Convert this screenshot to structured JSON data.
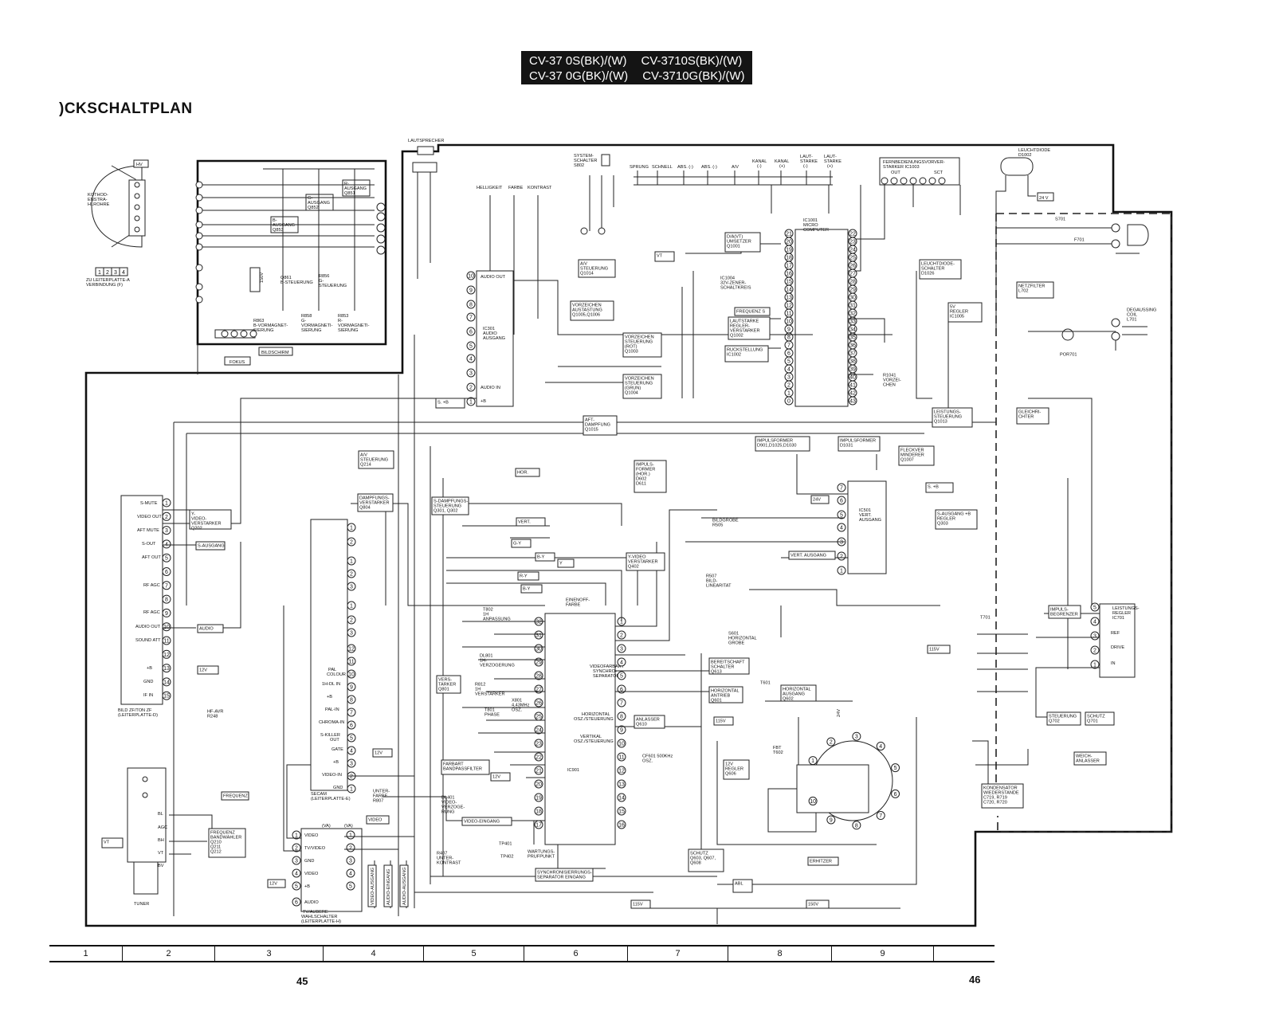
{
  "header": {
    "model_line_1a": "CV-37 0S(BK)/(W)",
    "model_line_1b": "CV-3710S(BK)/(W)",
    "model_line_2a": "CV-37 0G(BK)/(W)",
    "model_line_2b": "CV-3710G(BK)/(W)",
    "title": ")CKSCHALTPLAN"
  },
  "crt_board": {
    "kathode": "KOTHOD-\nENSTRA-\nHLROHRE",
    "hv": "HV",
    "connector_note": "ZU LEITERPLATTE-A\nVERBINDUNG (F)",
    "r_out": "R-\nAUSGANG\nQ851",
    "g_out": "G-\nAUSGANG\nQ852",
    "b_out": "B-\nAUSGANG\nQ853",
    "v150": "150V",
    "q861": "Q861\nB-STEUERUNG",
    "r856": "R856\nG-\nSTEUERUNG",
    "r863": "R863\nB-VORMAGNET-\nSIERUNG",
    "r858": "R858\nG-\nVORMAGNETI-\nSIERUNG",
    "r853": "R853\nR-\nVORMAGNETI-\nSIERUNG",
    "bildschirm": "BILDSCHIRM",
    "fokus": "FOKUS"
  },
  "top_labels": {
    "lautsprecher": "LAUTSPRECHER",
    "systemschalter": "SYSTEM-\nSCHALTER\nS802",
    "helligkeit": "HELLIGKEIT",
    "farbe": "FARBE",
    "kontrast": "KONTRAST",
    "keys": [
      "SPRUNG",
      "SCHNELL",
      "ABS. (-)",
      "ABS. (-)",
      "A/V",
      "KANAL\n(-)",
      "KANAL\n(+)",
      "LAUT-\nSTARKE\n(-)",
      "LAUT-\nSTARKE\n(+)"
    ],
    "fernbedienung": "FERNBEDIENUNGSVORVER-\nSTARKER IC1003",
    "leuchtdiode": "LEUCHTDIODE\nD1002",
    "v24": "24 V"
  },
  "blocks": {
    "ic301": "IC301\nAUDIO\nAUSGANG",
    "s_b": "S. +B",
    "av_steuer": "A/V\nSTEUERUNG\nQ1014",
    "vorz_aus": "VORZEICHEN\nAUSTASTUNG\nQ1005,Q1006",
    "vorz_rot": "VORZEICHEN\nSTEUERUNG\n(ROT)\nQ1003",
    "vorz_gruen": "VORZEICHEN\nSTEUERUNG\n(GRUN)\nQ1004",
    "aft_daempf": "AFT-\nDAMPFUNG\nQ1015",
    "da_umsetzer": "D/A(VT)\nUMSETZER\nQ1001",
    "vt": "VT",
    "ic1004": "IC1004\n32V-ZENER-\nSCHALTKREIS",
    "frequenz_s": "FREQUENZ S",
    "lautstarke": "LAUTSTARKE\nREGLER-\nVERSTARKER\nQ1002",
    "rueckstellung": "RUCKSTELLUNG\nIC1002",
    "ic1001": "IC1001\nMICRO\nCOMPUTER",
    "r1041": "R1041\nVORZEI-\nCHEN",
    "leuchtdiode_sch": "LEUCHTDIODE-\nSCHALTER\nD1026",
    "regler5v": "5V\nREGLER\nIC1005",
    "leistungs_st": "LEISTUNGS-\nSTEUERUNG\nQ1013",
    "impuls1": "IMPULSFORMER\nD901,D1025,D1030",
    "impuls2": "IMPULSFORMER\nD1031",
    "fleck": "FLECKVER\nMINDERER\nQ1007",
    "av_steuer2": "A/V\nSTEUERUNG\nQ214",
    "hor": "HOR.",
    "impuls_hor": "IMPULS-\nFORMER\n(HOR.)\nD602\nD611",
    "daempf_verst": "DAMPFUNGS-\nVERSTARKER\nQ804",
    "s_daempf": "S-DAMPFUNGS-\nSTEUERUNG\nQ301, Q302",
    "vert": "VERT.",
    "v24b": "24V",
    "ic501": "IC501\nVERT.\nAUSGANG",
    "bildgroesse": "BILDGROBE\nR505",
    "vert_ausg": "VERT. AUSGANG",
    "s_b2": "S. +B",
    "s_ausg_regler": "S-AUSGANG +B\nREGLER\nQ303",
    "netzfilter": "NETZFILTER\nL702",
    "s701": "S701",
    "f701": "F701",
    "degauss": "DEGAUSSING\nCOIL\nL701",
    "por701": "POR701",
    "gleichrichter": "GLEICHRI-\nCHTER",
    "video_verst": "Y-\nVIDEO-\nVERSTARKER\nQ202",
    "s_ausgang": "S-AUSGANG",
    "audio": "AUDIO",
    "v12a": "12V",
    "hf_avr": "HF-AVR\nR248",
    "bild_zf": "BILD ZF/TON ZF\n(LEITERPLATTE-D)",
    "g_y": "G-Y",
    "b_y": "B-Y",
    "r_y": "R-Y",
    "b_y2": "B-Y",
    "y_box": "Y",
    "einendoff": "EINENOFF-\nFARBE",
    "yvideo2": "Y-VIDEO\nVERSTARKER\nQ402",
    "r507": "R507\nBILD-\nLINEARITAT",
    "s601": "S601\nHORIZONTAL\nGROBE",
    "tb02": "T802\n1H\nANPASSUNG",
    "dl801": "DL801\n1H-\nVERZOGERUNG",
    "verstaerker": "VERS-\nTARKER\nQ801",
    "r812": "R812\n1H\nVERSTARKER",
    "x801": "X801\n4,43MHz\nOSZ.",
    "tb01": "T801\nPHASE",
    "ic901": "IC901",
    "videofarb": "VIDEOFARBART\nSYNCHRO-\nSEPARATOR",
    "horiz_osz": "HORIZONTAL\nOSZ./STEUERUNG",
    "vert_osz": "VERTIKAL\nOSZ./STEUERUNG",
    "farbart_band": "FARBART\nBANDPASSFILTER",
    "v12b": "12V",
    "v12c": "12V",
    "cf601": "CF601 500KHz\nOSZ.",
    "unterfarbe": "UNTER-\nFARBE\nR807",
    "secam": "SECAM\n(LEITERPLATTE-E)",
    "dl401": "DL401\nVIDEO-\nVERZOGE-\nRUNG",
    "video_eingang": "VIDEO-EINGANG",
    "video": "VIDEO",
    "r407": "R407\nUNTER-\nKONTRAST",
    "tp401": "TP401",
    "tp402": "TP402",
    "wartung": "WARTUNGS-\nPRUFPUNKT",
    "sync_sep": "SYNCHRONISIERRUNGS-\nSEPARATOR EINGANG",
    "bereitschaft": "BEREITSCHAFT\nSCHALTER\nQ613",
    "horiz_antrieb": "HORIZONTAL\nANTRIEB\nQ601",
    "horiz_ausg": "HORIZONTAL\nAUSGANG\nQ602",
    "t601": "T601",
    "anlasser": "ANLASSER\nQ610",
    "v115a": "115V",
    "v115b": "115V",
    "v115c": "115V",
    "v150b": "150V",
    "v24c": "24V",
    "regler12v": "12V\nREGLER\nQ606",
    "fbt": "FBT\nT602",
    "schutz": "SCHUTZ\nQ603, Q607,\nQ608",
    "erhitzer": "ERHITZER",
    "abl": "ABL",
    "impuls_begr": "IMPULS-\nBEGRENZER",
    "ic701": "LEISTUNGS-\nREGLER\nIC701",
    "t701": "T701",
    "steuerung": "STEUERUNG\nQ702",
    "schutz2": "SCHUTZ\nQ701",
    "weich": "WEICH-\nANLASSER",
    "kondensator": "KONDENSATOR\nWIEDERSTANDE\nC719, R719\nC720, R720",
    "tuner": "TUNER",
    "frequenz": "FREQUENZ",
    "freq_band": "FREQUENZ\nBANDWAHLER\nQ210\nQ211\nQ212",
    "vt2": "VT",
    "tv_av": "TV/AUBERE\nWAHLSCHALTER\n(LEITERPLATTE-H)",
    "v12d": "12V",
    "jack_video_out": "VIDEO-AUSGANG",
    "jack_audio_in": "AUDIO-\nEINGANG",
    "jack_audio_out": "AUDIO-\nAUSGANG"
  },
  "page_numbers": {
    "left": "45",
    "right": "46"
  },
  "grid": [
    "1",
    "2",
    "3",
    "4",
    "5",
    "6",
    "7",
    "8",
    "9"
  ]
}
